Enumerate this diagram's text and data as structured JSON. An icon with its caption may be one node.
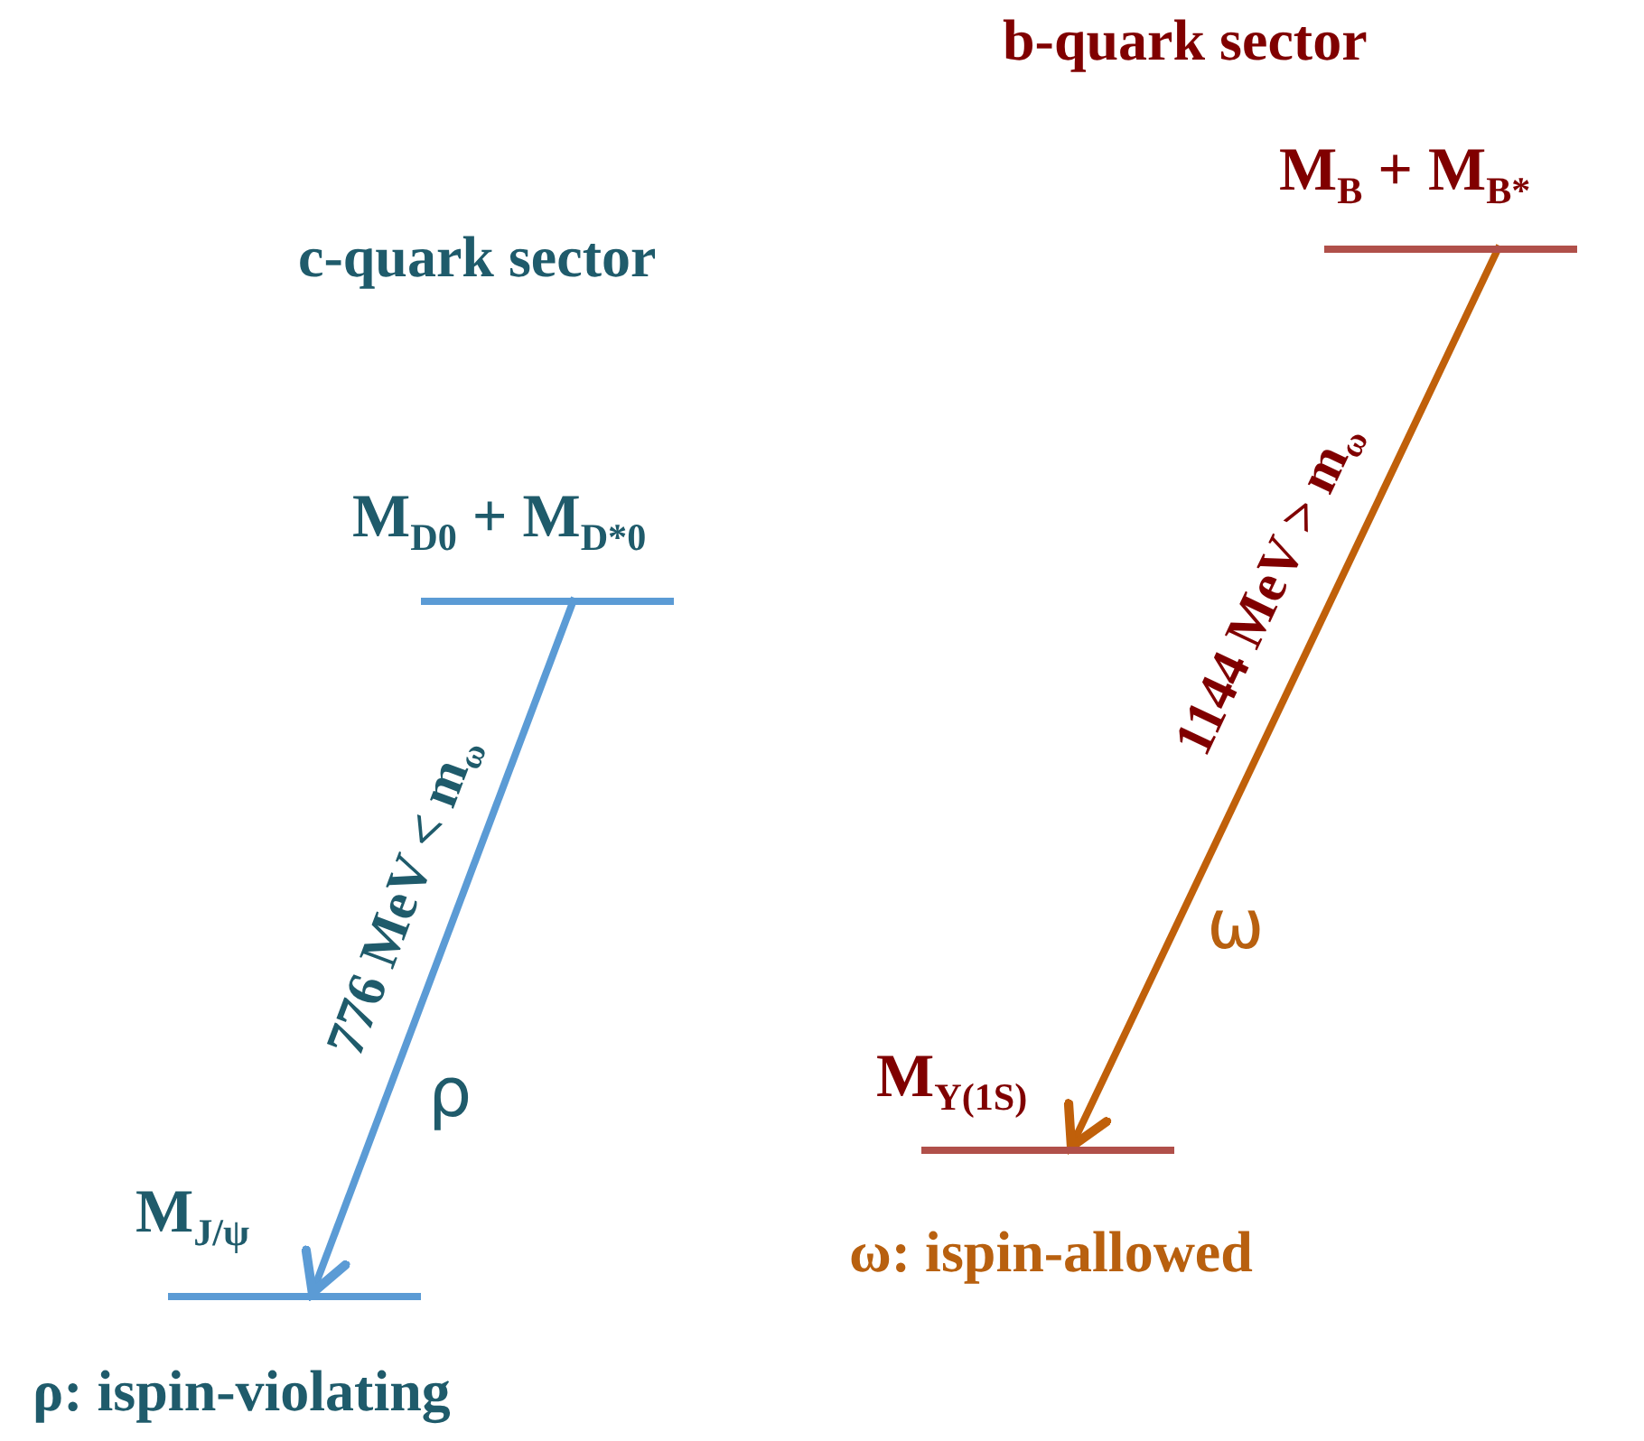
{
  "diagram": {
    "nodes": [
      {
        "text": [
          "M$_{D0}$ + M$_{D*0}$"
        ]
      },
      {
        "text": [
          "M$_{J/ψ}$"
        ]
      },
      {
        "text": [
          "M$_{B}$ + M$_{B*}$"
        ]
      },
      {
        "text": [
          "M$_{Υ(1S)}$"
        ]
      }
    ],
    "edges": [
      {
        "from": 0,
        "to": 1,
        "arrow": "to",
        "label": "776 MeV < m$_{ω}$",
        "color": "#5b9bd5"
      },
      {
        "from": 2,
        "to": 3,
        "arrow": "to",
        "label": "1144 MeV > m$_{ω}$",
        "color": "#c0600a"
      }
    ],
    "labels": [
      "b-quark sector",
      "c-quark sector",
      "ω",
      "ρ",
      "ω: ispin-allowed",
      "ρ: ispin-violating"
    ]
  }
}
